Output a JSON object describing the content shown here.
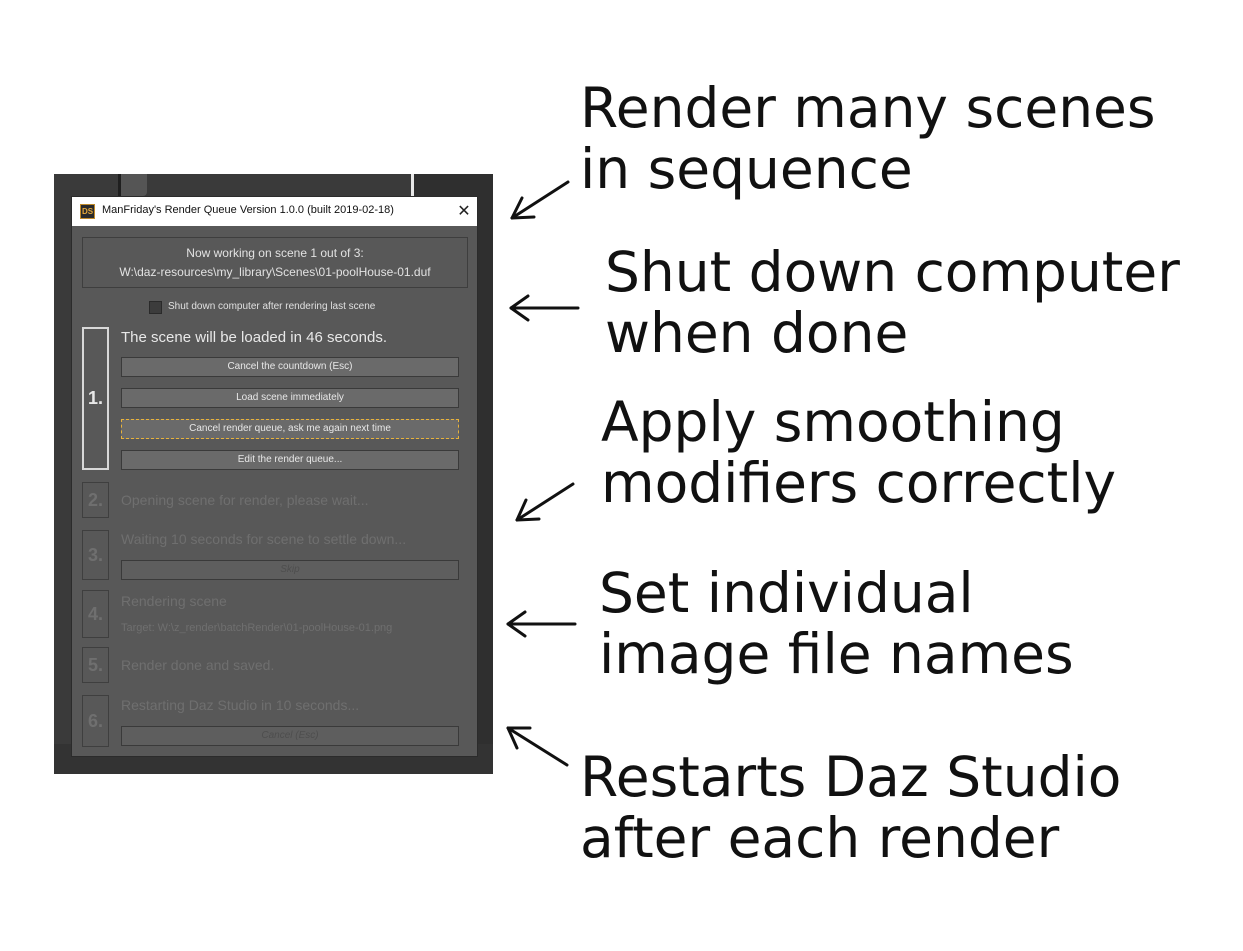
{
  "dialog": {
    "title": "ManFriday's Render Queue Version 1.0.0 (built 2019-02-18)",
    "logo_text": "DS",
    "close_glyph": "✕",
    "status_line1": "Now working on scene 1 out of 3:",
    "status_line2": "W:\\daz-resources\\my_library\\Scenes\\01-poolHouse-01.duf",
    "shutdown_label": "Shut down computer after rendering last scene",
    "shutdown_checked": false,
    "steps": [
      {
        "number": "1.",
        "text": "The scene will be loaded in 46 seconds.",
        "active": true,
        "buttons": [
          "Cancel the countdown (Esc)",
          "Load scene immediately",
          "Cancel render queue, ask me again next time",
          "Edit the render queue..."
        ]
      },
      {
        "number": "2.",
        "text": "Opening scene for render, please wait..."
      },
      {
        "number": "3.",
        "text": "Waiting 10 seconds for scene to settle down...",
        "button": "Skip"
      },
      {
        "number": "4.",
        "text": "Rendering scene",
        "subtext": "Target: W:\\z_render\\batchRender\\01-poolHouse-01.png"
      },
      {
        "number": "5.",
        "text": "Render done and saved."
      },
      {
        "number": "6.",
        "text": "Restarting Daz Studio in 10 seconds...",
        "button": "Cancel (Esc)"
      }
    ]
  },
  "annotations": [
    {
      "line1": "Render many scenes",
      "line2": "in sequence"
    },
    {
      "line1": "Shut down computer",
      "line2": "when done"
    },
    {
      "line1": "Apply smoothing",
      "line2": "modifiers correctly"
    },
    {
      "line1": "Set individual",
      "line2": "image file names"
    },
    {
      "line1": "Restarts Daz Studio",
      "line2": "after each render"
    }
  ]
}
